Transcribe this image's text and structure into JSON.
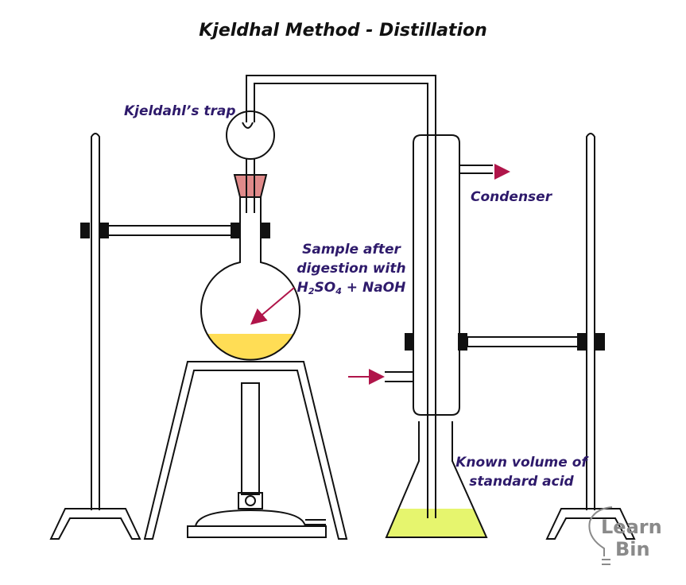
{
  "title": "Kjeldhal Method - Distillation",
  "labels": {
    "trap": "Kjeldahl’s trap",
    "condenser": "Condenser",
    "sample_line1": "Sample after",
    "sample_line2": "digestion with",
    "sample_h2so4_pre": "H",
    "sample_h2so4_sub1": "2",
    "sample_h2so4_mid": "SO",
    "sample_h2so4_sub2": "4",
    "sample_h2so4_post": " + NaOH",
    "acid_line1": "Known volume of",
    "acid_line2": "standard acid"
  },
  "logo": {
    "line1": "Learn",
    "line2": "Bin"
  },
  "colors": {
    "outline": "#111111",
    "arrow": "#b0154a",
    "label": "#2e1a6b",
    "sample_liquid": "#ffdd55",
    "acid_liquid": "#e6f56e",
    "stopper": "#e08a8a",
    "clamp": "#111111",
    "logo": "#8a8a8a"
  }
}
